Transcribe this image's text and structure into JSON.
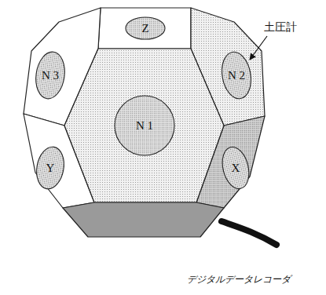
{
  "diagram": {
    "nodes": [
      {
        "text": [
          "Z"
        ]
      },
      {
        "text": [
          "N 3"
        ]
      },
      {
        "text": [
          "N 2"
        ]
      },
      {
        "text": [
          "N 1"
        ]
      },
      {
        "text": [
          "Y"
        ]
      },
      {
        "text": [
          "X"
        ]
      }
    ],
    "labels": [
      "土圧計",
      "デジタルデータレコーダ"
    ]
  }
}
